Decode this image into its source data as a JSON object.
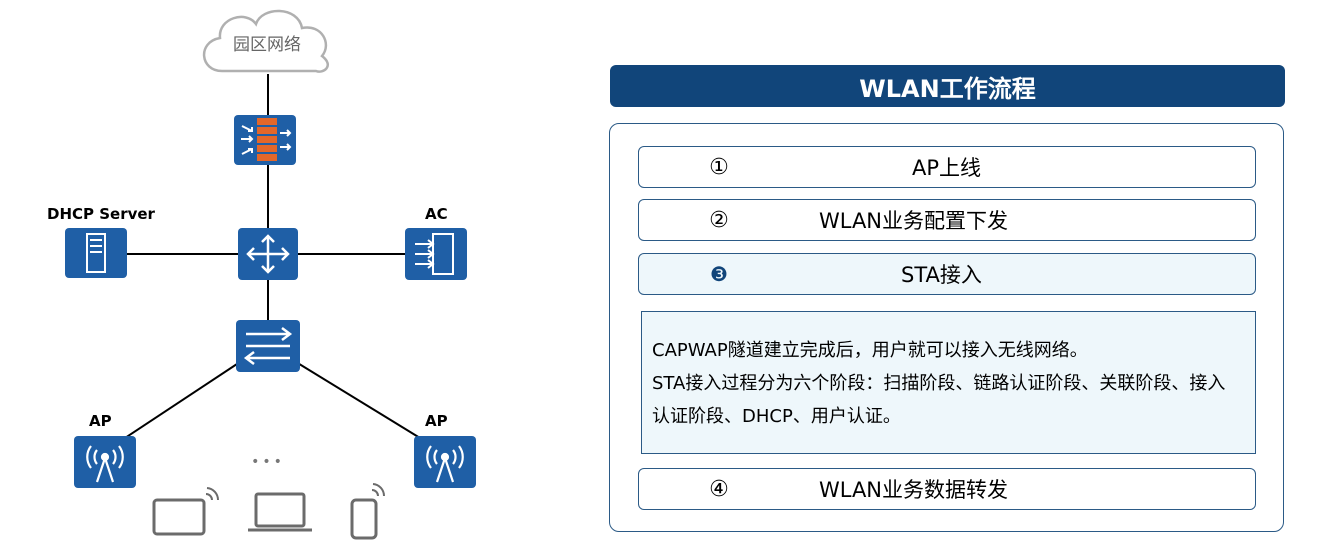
{
  "topology": {
    "cloud_label": "园区网络",
    "dhcp_label": "DHCP Server",
    "ac_label": "AC",
    "ap_left_label": "AP",
    "ap_right_label": "AP",
    "ellipsis": "•••"
  },
  "panel": {
    "title": "WLAN工作流程",
    "steps": [
      {
        "num": "①",
        "text": "AP上线"
      },
      {
        "num": "②",
        "text": "WLAN业务配置下发"
      },
      {
        "num": "❸",
        "text": "STA接入"
      },
      {
        "num": "④",
        "text": "WLAN业务数据转发"
      }
    ],
    "detail": {
      "line1": "CAPWAP隧道建立完成后，用户就可以接入无线网络。",
      "line2": "STA接入过程分为六个阶段：扫描阶段、链路认证阶段、关联阶段、接入认证阶段、DHCP、用户认证。"
    }
  },
  "colors": {
    "device_blue": "#1f5fa6",
    "header_navy": "#11457a",
    "firewall_orange": "#e2672a",
    "cloud_gray": "#b0b0b0",
    "terminal_gray": "#6b6b6b"
  }
}
